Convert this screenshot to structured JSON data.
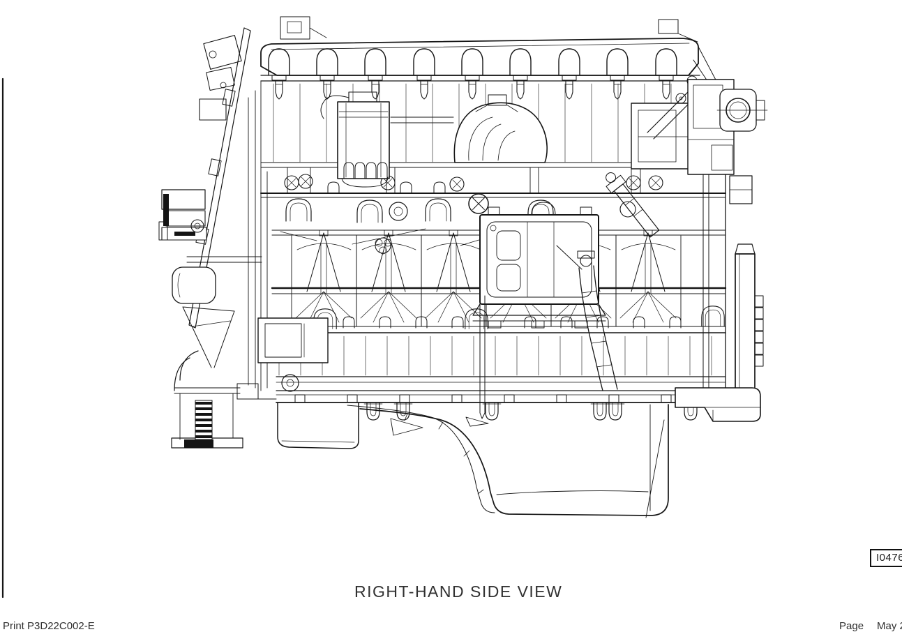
{
  "page": {
    "background": "#ffffff",
    "ink": "#161616"
  },
  "drawing": {
    "title": "RIGHT-HAND SIDE VIEW",
    "figure_ref": "I0476",
    "type": "engine-right-side-elevation-line-drawing",
    "parts": [
      "valve-cover",
      "cylinder-head",
      "fuel-filter",
      "exhaust-elbow",
      "rear-lift-bracket",
      "ecm-module",
      "injector-pump",
      "intake-manifold",
      "cylinder-block",
      "oil-cooler",
      "oil-pan",
      "oil-pan-sump",
      "flywheel-housing",
      "engine-mount-foot",
      "front-gear-cover",
      "vibration-damper",
      "dipstick-tube"
    ]
  },
  "footer": {
    "left": "Print P3D22C002-E",
    "right_page": "Page",
    "right_date": "May 2"
  }
}
